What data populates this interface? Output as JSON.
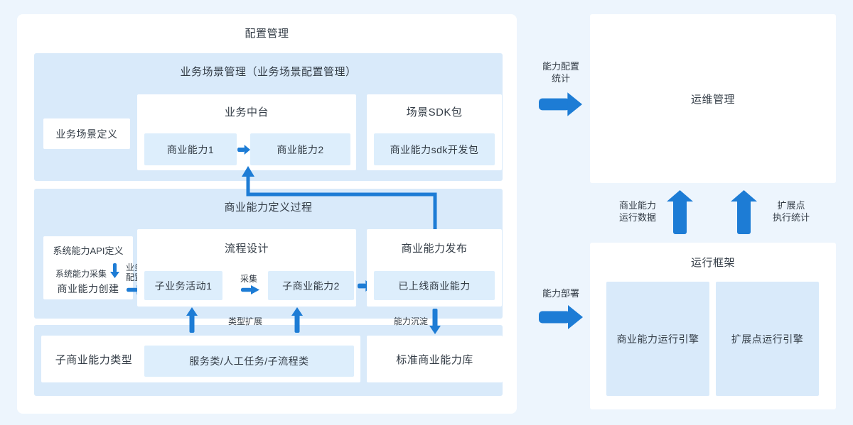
{
  "page": {
    "background": "#edf5fd",
    "accent_blue": "#1d7cd5"
  },
  "config_panel": {
    "title": "配置管理",
    "scenario_section": {
      "title": "业务场景管理（业务场景配置管理）",
      "scenario_def": "业务场景定义",
      "biz_center": {
        "title": "业务中台",
        "cap1": "商业能力1",
        "cap2": "商业能力2"
      },
      "sdk": {
        "title": "场景SDK包",
        "pkg": "商业能力sdk开发包"
      }
    },
    "capability_section": {
      "title": "商业能力定义过程",
      "api_def": "系统能力API定义",
      "collect_label": "系统能力采集",
      "create": "商业能力创建",
      "biz_config_label": "业务\n配置",
      "flow": {
        "title": "流程设计",
        "act1": "子业务活动1",
        "collect_arrow_label": "采集",
        "subcap2": "子商业能力2"
      },
      "publish": {
        "title": "商业能力发布",
        "online": "已上线商业能力"
      }
    },
    "subtype_section": {
      "type_extend_label": "类型扩展",
      "deposit_label": "能力沉淀",
      "subtype_title": "子商业能力类型",
      "subtype_types": "服务类/人工任务/子流程类",
      "std_lib": "标准商业能力库"
    }
  },
  "right": {
    "config_stats_label": "能力配置\n统计",
    "ops_title": "运维管理",
    "run_data_label": "商业能力\n运行数据",
    "ext_stats_label": "扩展点\n执行统计",
    "deploy_label": "能力部署",
    "runtime": {
      "title": "运行框架",
      "engine1": "商业能力运行引擎",
      "engine2": "扩展点运行引擎"
    }
  }
}
